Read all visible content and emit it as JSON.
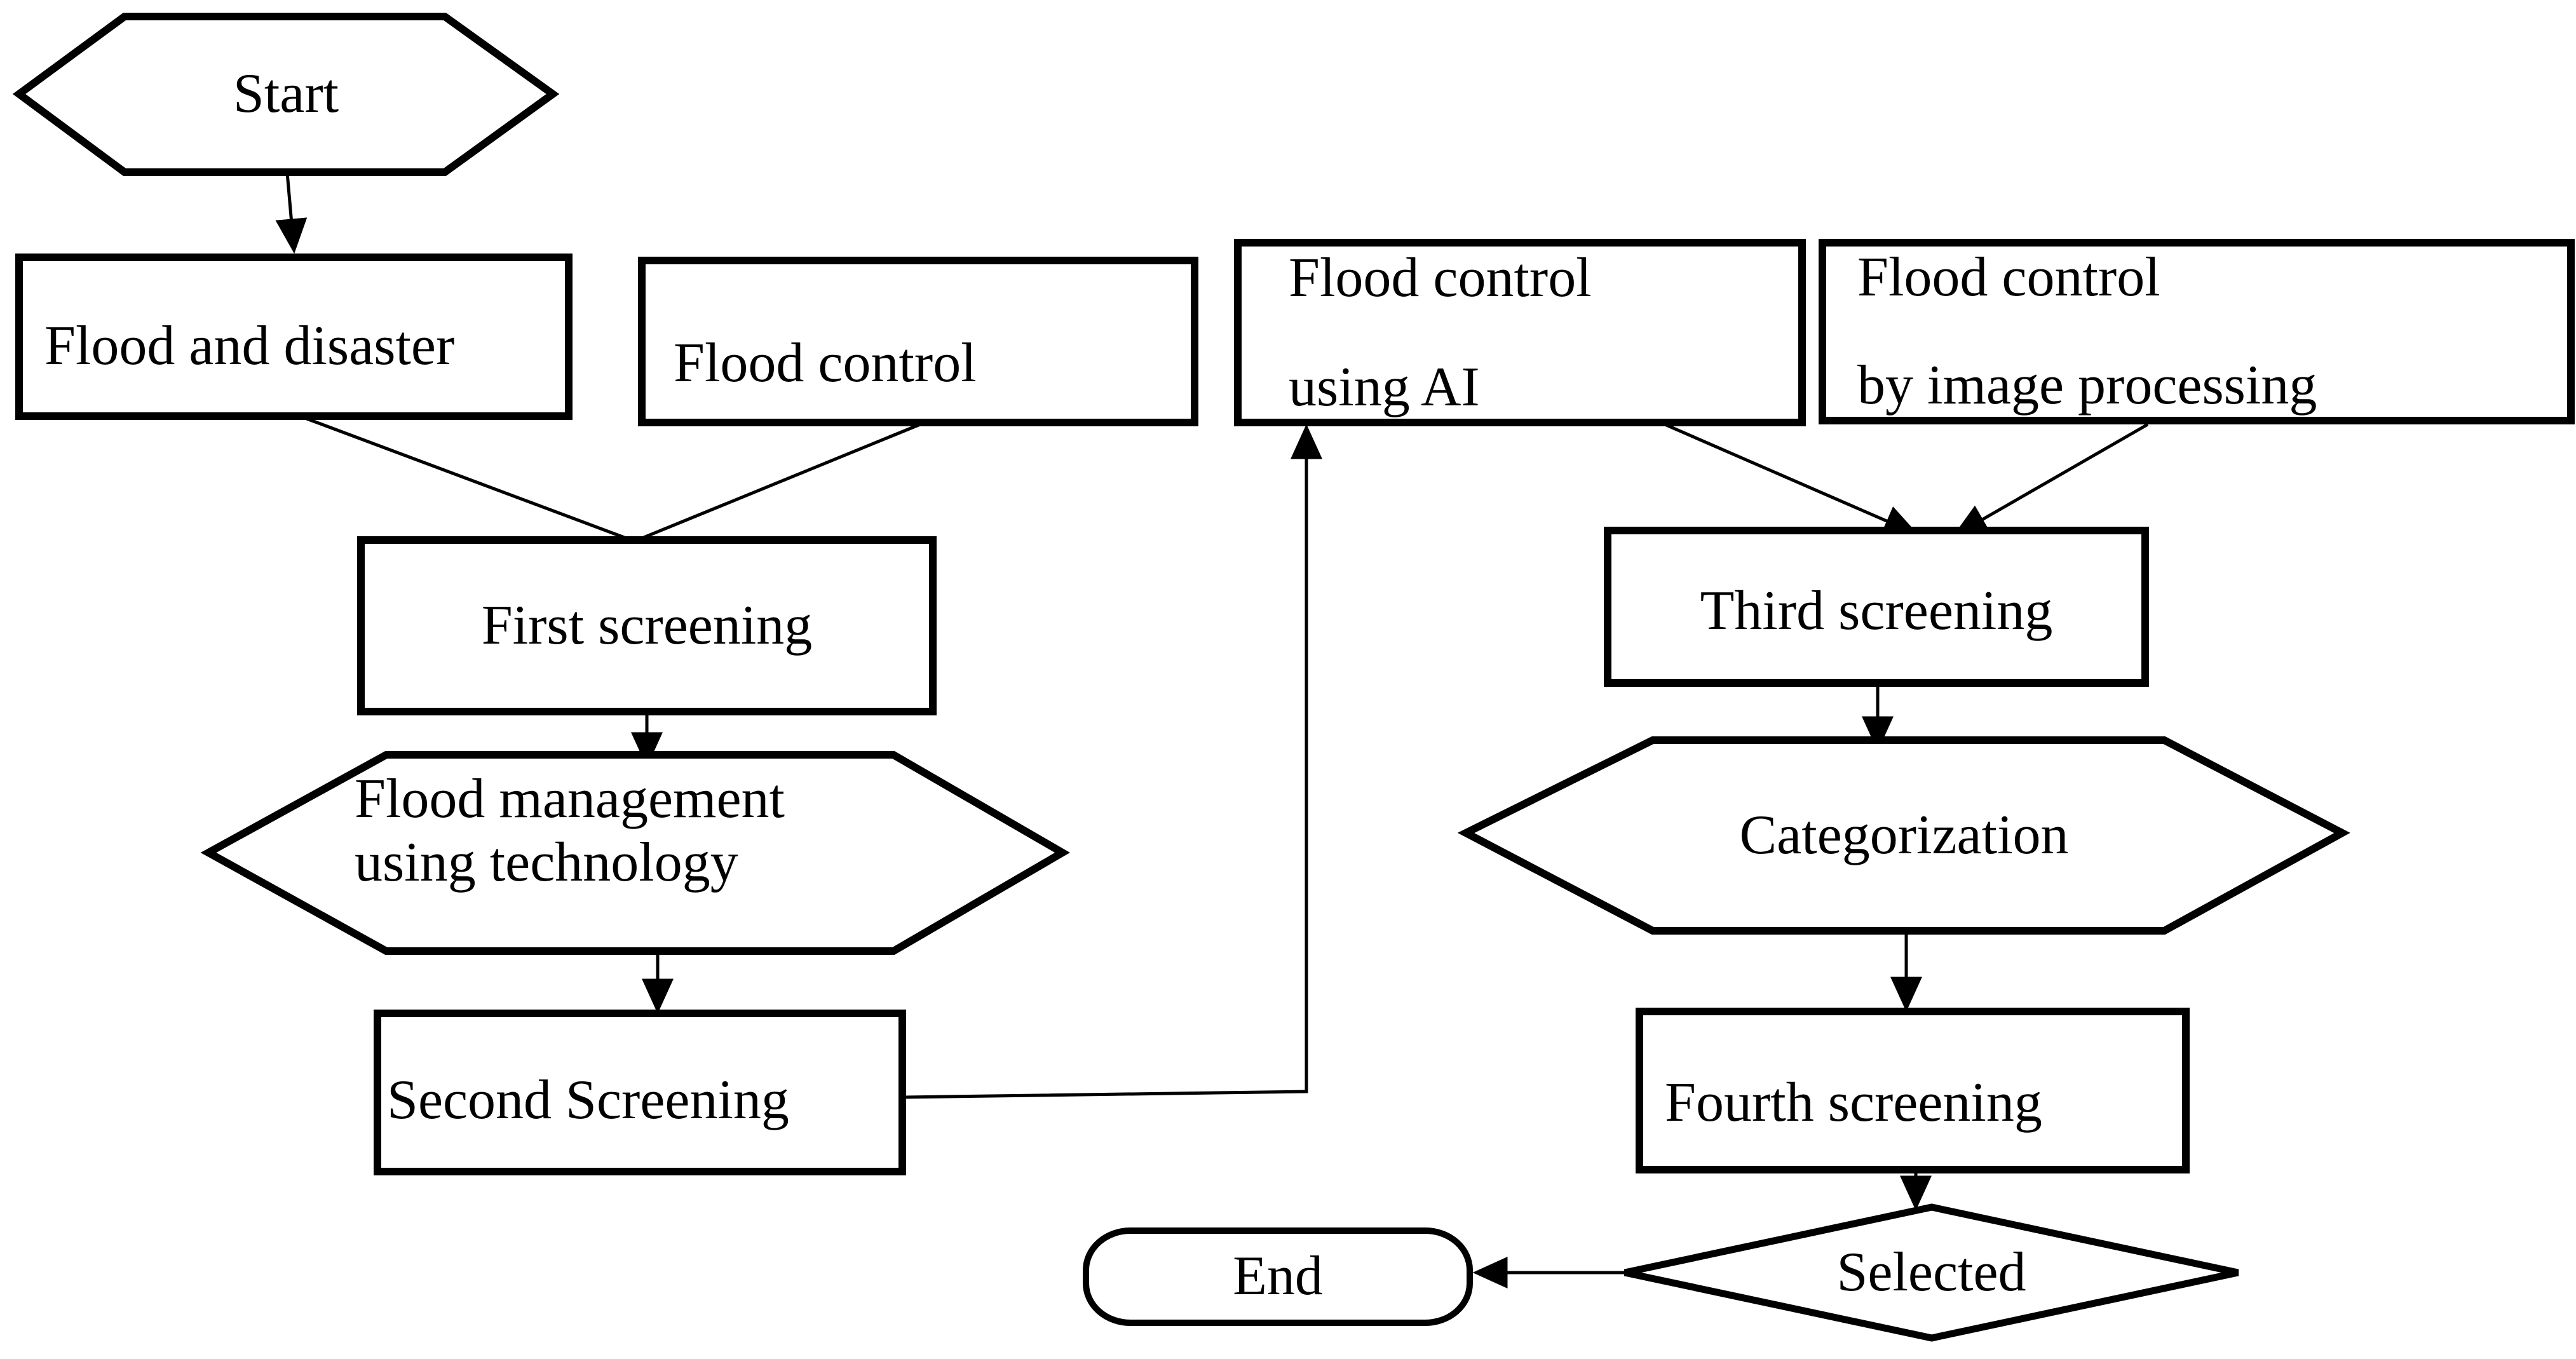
{
  "diagram": {
    "colors": {
      "background": "#ffffff",
      "stroke": "#000000",
      "text": "#000000"
    },
    "nodes": {
      "start": {
        "shape": "hexagon",
        "label": "Start"
      },
      "flood_disaster": {
        "shape": "process",
        "label": "Flood and disaster"
      },
      "flood_control": {
        "shape": "process",
        "label": "Flood control"
      },
      "flood_control_ai": {
        "shape": "process",
        "line1": "Flood control",
        "line2": "using AI"
      },
      "flood_control_image": {
        "shape": "process",
        "line1": "Flood control",
        "line2": "by image processing"
      },
      "first_screening": {
        "shape": "process",
        "label": "First screening"
      },
      "flood_management": {
        "shape": "hexagon",
        "line1": "Flood management",
        "line2": "using technology"
      },
      "second_screening": {
        "shape": "process",
        "label": "Second Screening"
      },
      "third_screening": {
        "shape": "process",
        "label": "Third screening"
      },
      "categorization": {
        "shape": "hexagon",
        "label": "Categorization"
      },
      "fourth_screening": {
        "shape": "process",
        "label": "Fourth screening"
      },
      "selected": {
        "shape": "decision",
        "label": "Selected"
      },
      "end": {
        "shape": "terminator",
        "label": "End"
      }
    },
    "edges": [
      {
        "from": "start",
        "to": "flood_disaster",
        "arrow": true
      },
      {
        "from": "flood_disaster",
        "to": "first_screening",
        "arrow": false
      },
      {
        "from": "flood_control",
        "to": "first_screening",
        "arrow": false
      },
      {
        "from": "first_screening",
        "to": "flood_management",
        "arrow": true
      },
      {
        "from": "flood_management",
        "to": "second_screening",
        "arrow": true
      },
      {
        "from": "second_screening",
        "to": "flood_control_ai",
        "arrow": true
      },
      {
        "from": "flood_control_ai",
        "to": "third_screening",
        "arrow": true
      },
      {
        "from": "flood_control_image",
        "to": "third_screening",
        "arrow": true
      },
      {
        "from": "third_screening",
        "to": "categorization",
        "arrow": true
      },
      {
        "from": "categorization",
        "to": "fourth_screening",
        "arrow": true
      },
      {
        "from": "fourth_screening",
        "to": "selected",
        "arrow": true
      },
      {
        "from": "selected",
        "to": "end",
        "arrow": true
      }
    ]
  }
}
